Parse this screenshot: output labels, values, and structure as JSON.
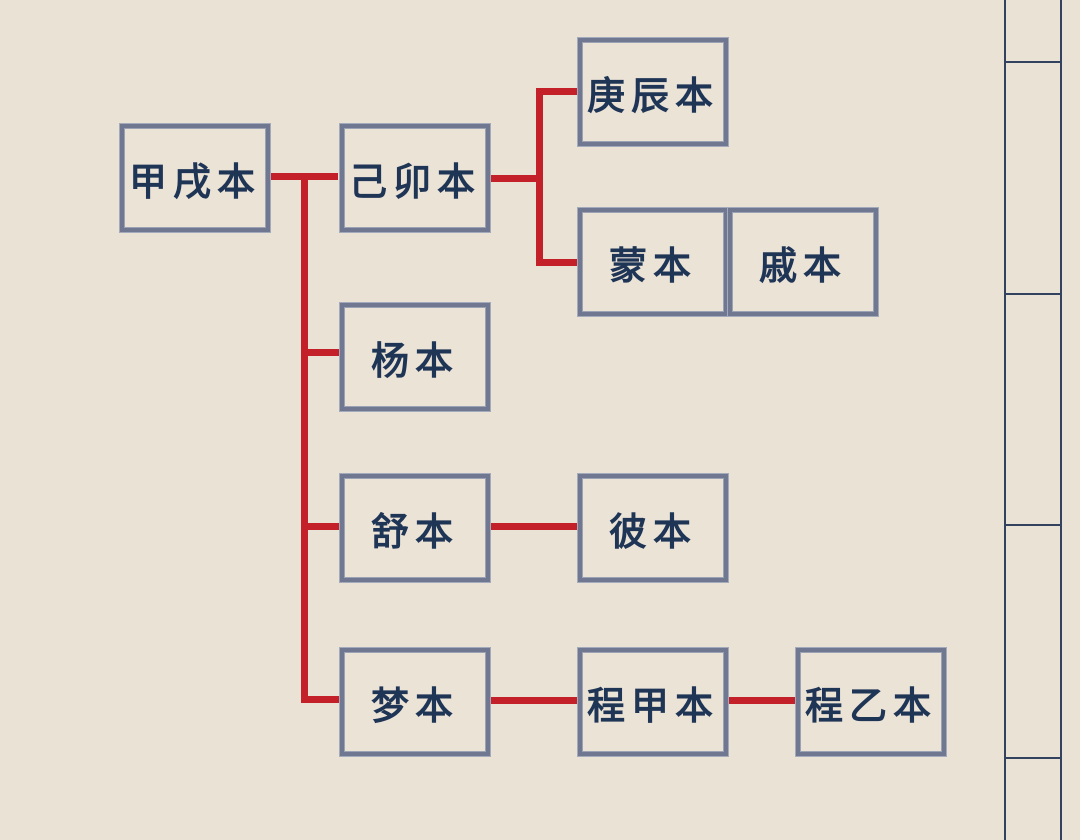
{
  "nodes": {
    "jiaxu": "甲戌本",
    "jimao": "己卯本",
    "gengchen": "庚辰本",
    "meng": "蒙本",
    "qi": "戚本",
    "yang": "杨本",
    "shu": "舒本",
    "bi": "彼本",
    "mengben": "梦本",
    "chengjia": "程甲本",
    "chengyi": "程乙本"
  },
  "colors": {
    "background": "#ebe2d6",
    "connector": "#c4202a",
    "box_border": "#6f7890",
    "text": "#1f3556",
    "rail": "#33425f"
  }
}
